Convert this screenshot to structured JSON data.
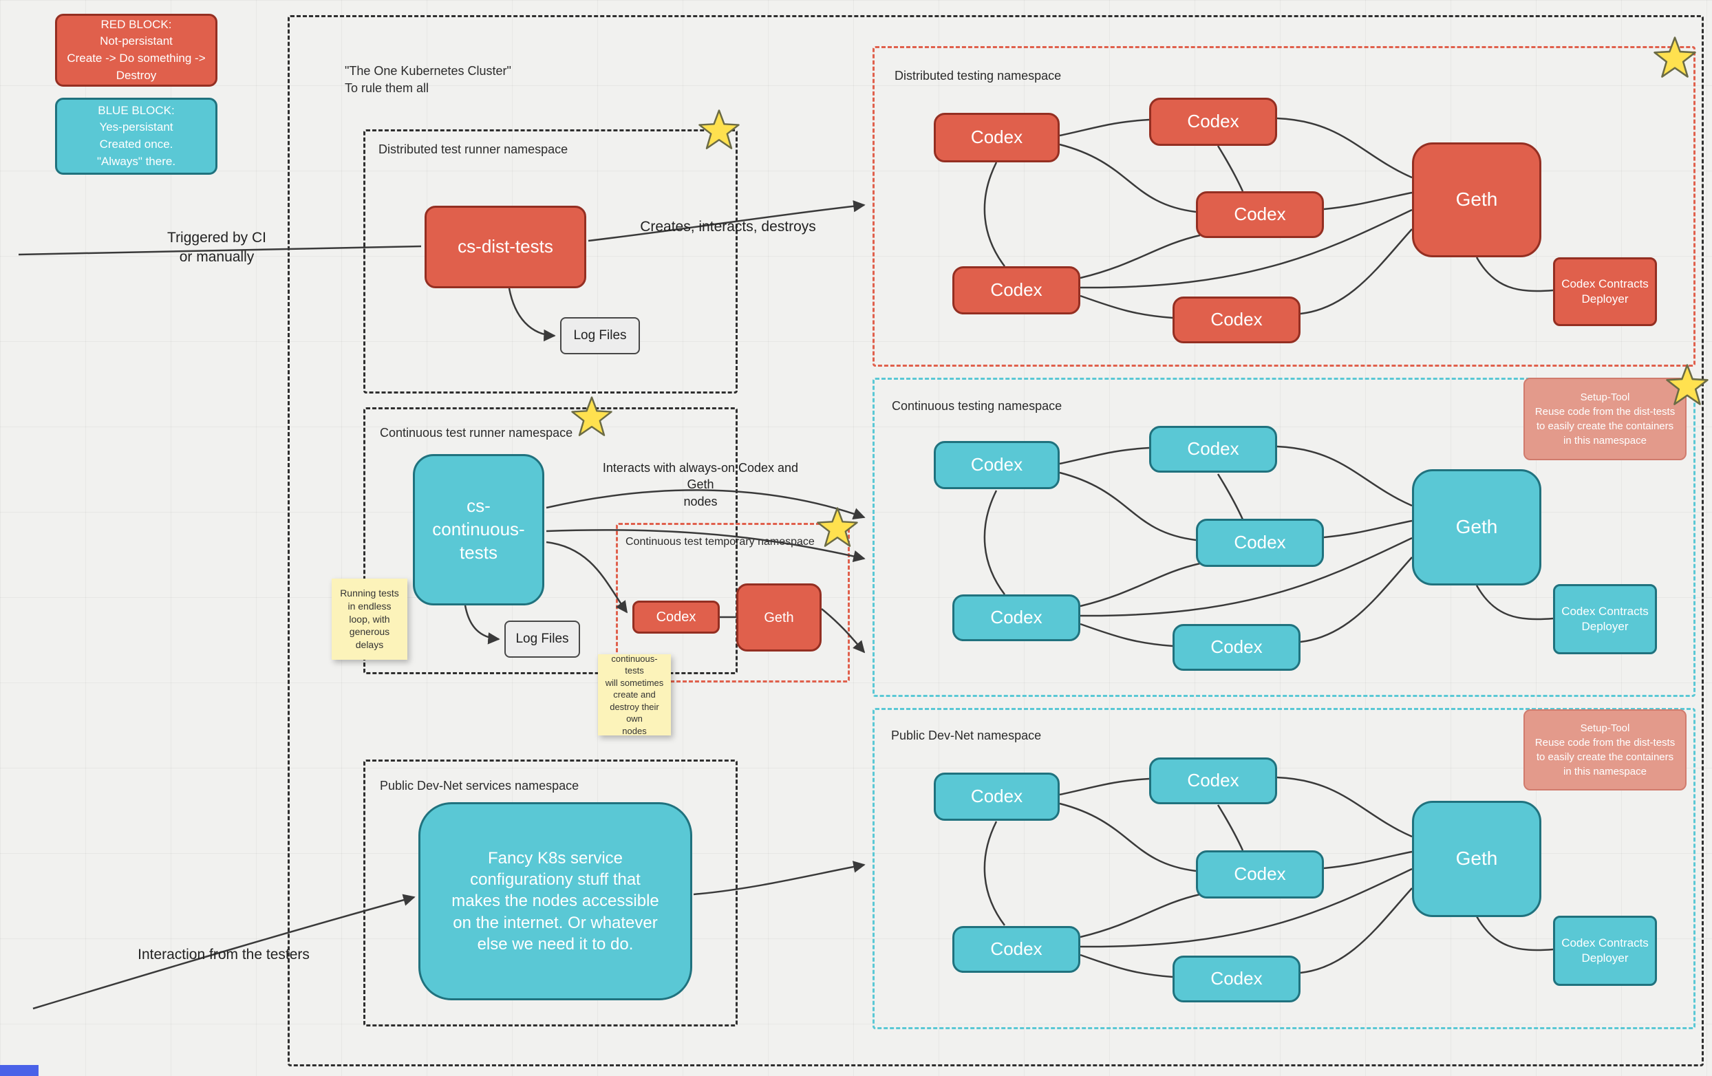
{
  "colors": {
    "background": "#f1f1ef",
    "red": "#e0604c",
    "red_border": "#942f22",
    "teal": "#5ac8d5",
    "teal_border": "#20727e",
    "dashed_red": "#e0604c",
    "dashed_teal": "#5ac8d5",
    "gray_fill": "#ededed",
    "sticky": "#fcf3ba",
    "salmon": "#e39a8b",
    "salmon_border": "#d07b6d",
    "star": "#ffe14f",
    "line": "#3a3a3a"
  },
  "legend": {
    "red_block": "RED BLOCK:\nNot-persistant\nCreate -> Do something ->\nDestroy",
    "blue_block": "BLUE BLOCK:\nYes-persistant\nCreated once.\n\"Always\" there."
  },
  "cluster": {
    "title": "\"The One Kubernetes Cluster\"\nTo rule them all"
  },
  "annotations": {
    "triggered": "Triggered by CI\nor manually",
    "creates": "Creates, interacts, destroys",
    "interacts": "Interacts with always-on Codex and Geth\nnodes",
    "interaction": "Interaction from the testers"
  },
  "namespaces": {
    "dist_runner": {
      "label": "Distributed test runner namespace",
      "node": "cs-dist-tests",
      "log": "Log Files"
    },
    "cont_runner": {
      "label": "Continuous test runner namespace",
      "node": "cs-\ncontinuous-\ntests",
      "log": "Log Files",
      "sticky": "Running tests\nin endless\nloop, with\ngenerous\ndelays"
    },
    "temp": {
      "label": "Continuous test temporary namespace",
      "codex": "Codex",
      "geth": "Geth",
      "sticky": "continuous-tests\nwill sometimes\ncreate and\ndestroy their own\nnodes"
    },
    "dist_testing": {
      "label": "Distributed testing namespace",
      "codex": [
        "Codex",
        "Codex",
        "Codex",
        "Codex",
        "Codex"
      ],
      "geth": "Geth",
      "deployer": "Codex Contracts\nDeployer"
    },
    "cont_testing": {
      "label": "Continuous testing namespace",
      "codex": [
        "Codex",
        "Codex",
        "Codex",
        "Codex",
        "Codex"
      ],
      "geth": "Geth",
      "deployer": "Codex Contracts\nDeployer",
      "setup_tool": "Setup-Tool\nReuse code from the dist-tests\nto easily create the containers\nin this namespace"
    },
    "devnet": {
      "label": "Public Dev-Net namespace",
      "codex": [
        "Codex",
        "Codex",
        "Codex",
        "Codex",
        "Codex"
      ],
      "geth": "Geth",
      "deployer": "Codex Contracts\nDeployer",
      "setup_tool": "Setup-Tool\nReuse code from the dist-tests\nto easily create the containers\nin this namespace"
    },
    "devnet_services": {
      "label": "Public Dev-Net services namespace",
      "node": "Fancy K8s service\nconfigurationy stuff that\nmakes the nodes accessible\non the internet. Or whatever\nelse we need it to do."
    }
  }
}
